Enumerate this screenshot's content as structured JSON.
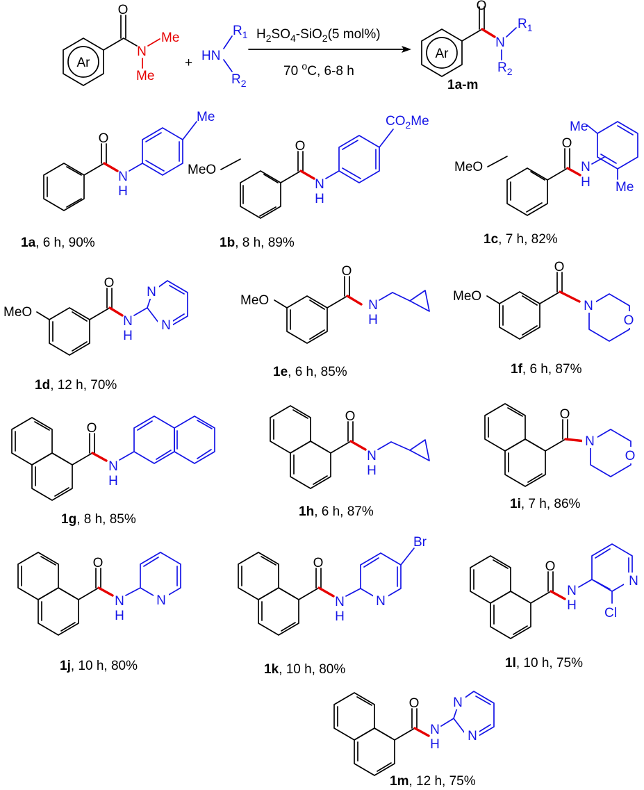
{
  "scheme": {
    "reagent_amide": {
      "ring": "Ar",
      "nitrogen": "N",
      "methyl_top": "Me",
      "methyl_bottom": "Me"
    },
    "plus": "+",
    "amine": {
      "nh": "HN",
      "r1": "R1",
      "r2": "R2"
    },
    "conditions": {
      "catalyst": "H2SO4-SiO2(5 mol%)",
      "temperature_time": "70 °C, 6-8 h"
    },
    "product": {
      "ring": "Ar",
      "nitrogen": "N",
      "r1": "R1",
      "r2": "R2",
      "label": "1a-m"
    }
  },
  "compounds": [
    {
      "id": "1a",
      "time": "6 h",
      "yield": "90%",
      "caption": ", 6 h, 90%"
    },
    {
      "id": "1b",
      "time": "8 h",
      "yield": "89%",
      "caption": ", 8 h, 89%"
    },
    {
      "id": "1c",
      "time": "7 h",
      "yield": "82%",
      "caption": ", 7 h, 82%"
    },
    {
      "id": "1d",
      "time": "12 h",
      "yield": "70%",
      "caption": ", 12 h, 70%"
    },
    {
      "id": "1e",
      "time": "6 h",
      "yield": "85%",
      "caption": ", 6 h, 85%"
    },
    {
      "id": "1f",
      "time": "6 h",
      "yield": "87%",
      "caption": ", 6 h, 87%"
    },
    {
      "id": "1g",
      "time": "8 h",
      "yield": "85%",
      "caption": ", 8 h, 85%"
    },
    {
      "id": "1h",
      "time": "6 h",
      "yield": "87%",
      "caption": ",  6 h, 87%"
    },
    {
      "id": "1i",
      "time": "7 h",
      "yield": "86%",
      "caption": ",  7 h, 86%"
    },
    {
      "id": "1j",
      "time": "10 h",
      "yield": "80%",
      "caption": ", 10 h, 80%"
    },
    {
      "id": "1k",
      "time": "10 h",
      "yield": "80%",
      "caption": ", 10 h, 80%"
    },
    {
      "id": "1l",
      "time": "10 h",
      "yield": "75%",
      "caption": ", 10 h, 75%"
    },
    {
      "id": "1m",
      "time": "12 h",
      "yield": "75%",
      "caption": ", 12 h, 75%"
    }
  ],
  "atom_labels": {
    "oxygen": "O",
    "nh_n": "N",
    "nh_h": "H",
    "methoxy": "MeO",
    "methyl": "Me",
    "ester": "CO2Me",
    "bromo": "Br",
    "chloro": "Cl",
    "ring_n": "N",
    "ring_o": "O"
  },
  "colors": {
    "new_bond": "#e60000",
    "amine_part": "#1515e6",
    "acyl_part": "#000000"
  }
}
